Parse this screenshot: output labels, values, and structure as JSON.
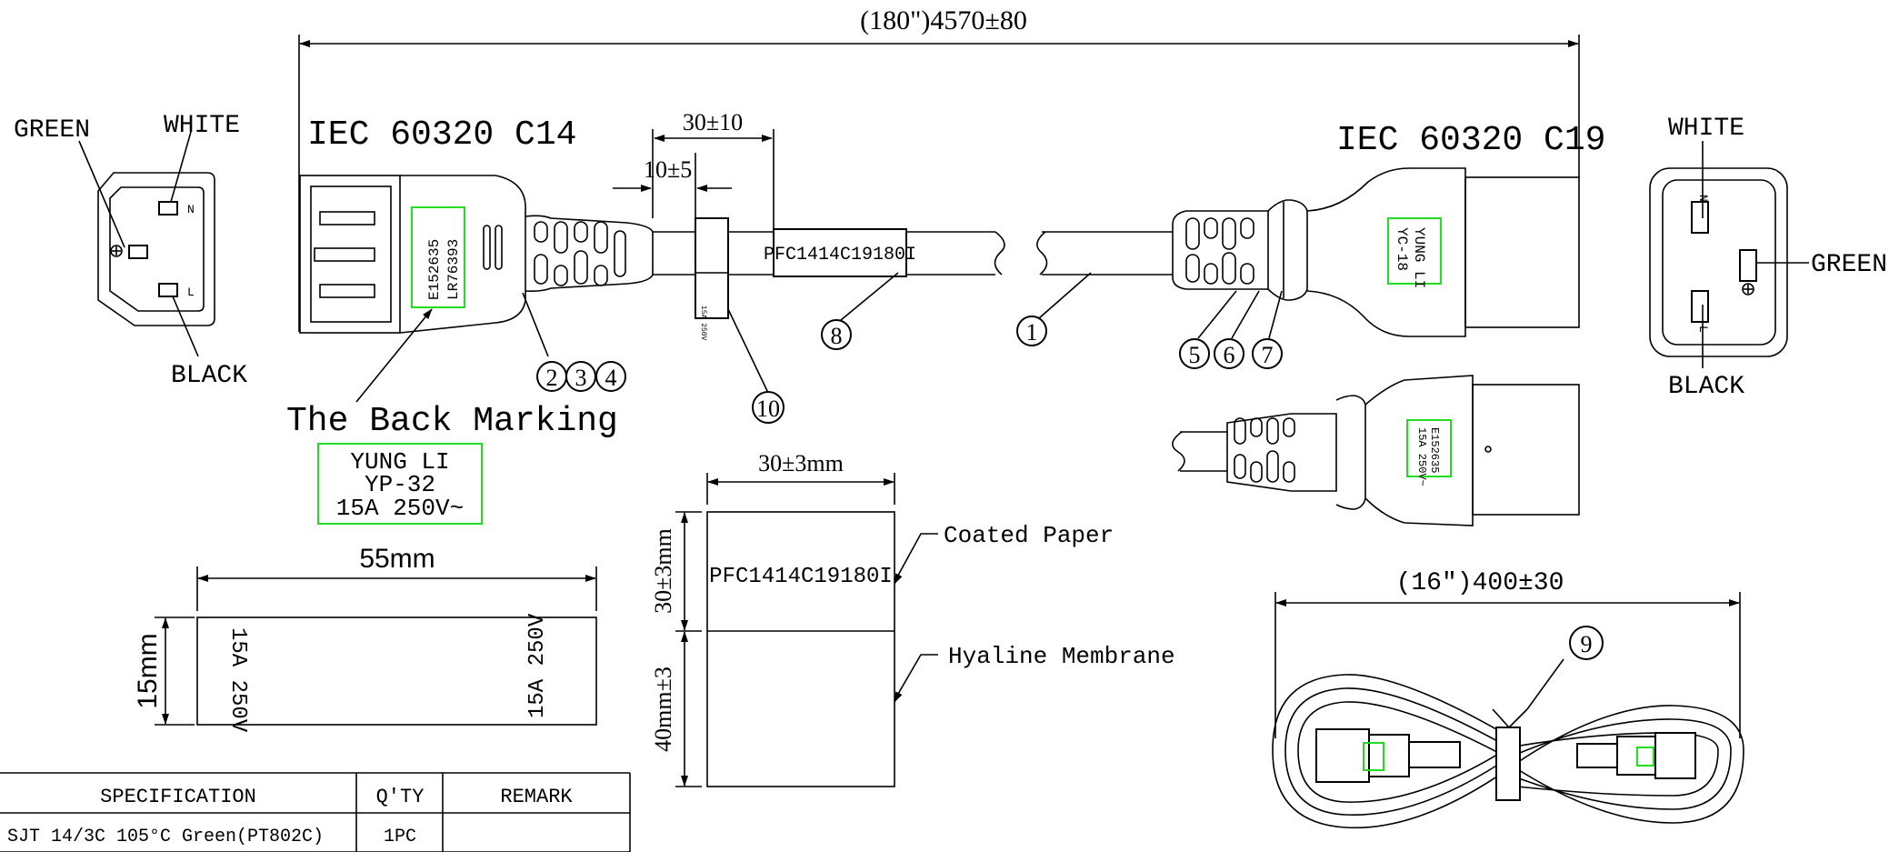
{
  "dimensions": {
    "overall": "(180\")4570±80",
    "sleeve_offset": "30±10",
    "label_offset": "10±5",
    "label_width": "30±3mm",
    "label_height_paper": "30±3mm",
    "label_height_membrane": "40mm±3",
    "marking_width": "55mm",
    "marking_height": "15mm",
    "bundle": "(16\")400±30"
  },
  "connectors": {
    "left_title": "IEC 60320 C14",
    "right_title": "IEC 60320 C19"
  },
  "left_face": {
    "green": "GREEN",
    "white": "WHITE",
    "black": "BLACK",
    "n": "N",
    "l": "L"
  },
  "right_face": {
    "green": "GREEN",
    "white": "WHITE",
    "black": "BLACK",
    "n": "N",
    "l": "L"
  },
  "plug_marking": {
    "line1": "E152635",
    "line2": "LR76393"
  },
  "c19_marking": {
    "line1": "YUNG LI",
    "line2": "YC-18"
  },
  "c19_side_marking": {
    "line1": "E152635",
    "line2": "15A 250V~"
  },
  "cable_print": "PFC1414C19180I",
  "flag_rating": "15A 250V",
  "callouts": {
    "c2": "2",
    "c3": "3",
    "c4": "4",
    "c5": "5",
    "c6": "6",
    "c7": "7",
    "c8": "8",
    "c1": "1",
    "c9": "9",
    "c10": "10"
  },
  "back_marking": {
    "title": "The Back Marking",
    "line1": "YUNG LI",
    "line2": "YP-32",
    "line3": "15A 250V~"
  },
  "marking_label": {
    "left": "15A 250V",
    "right": "15A 250V"
  },
  "flag_label": {
    "code": "PFC1414C19180I",
    "coated": "Coated Paper",
    "membrane": "Hyaline Membrane"
  },
  "spec_table": {
    "headers": [
      "SPECIFICATION",
      "Q'TY",
      "REMARK"
    ],
    "rows": [
      [
        "SJT 14/3C 105°C Green(PT802C)",
        "1PC",
        ""
      ]
    ]
  },
  "colors": {
    "line": "#000000",
    "marking_box": "#22dd22"
  }
}
